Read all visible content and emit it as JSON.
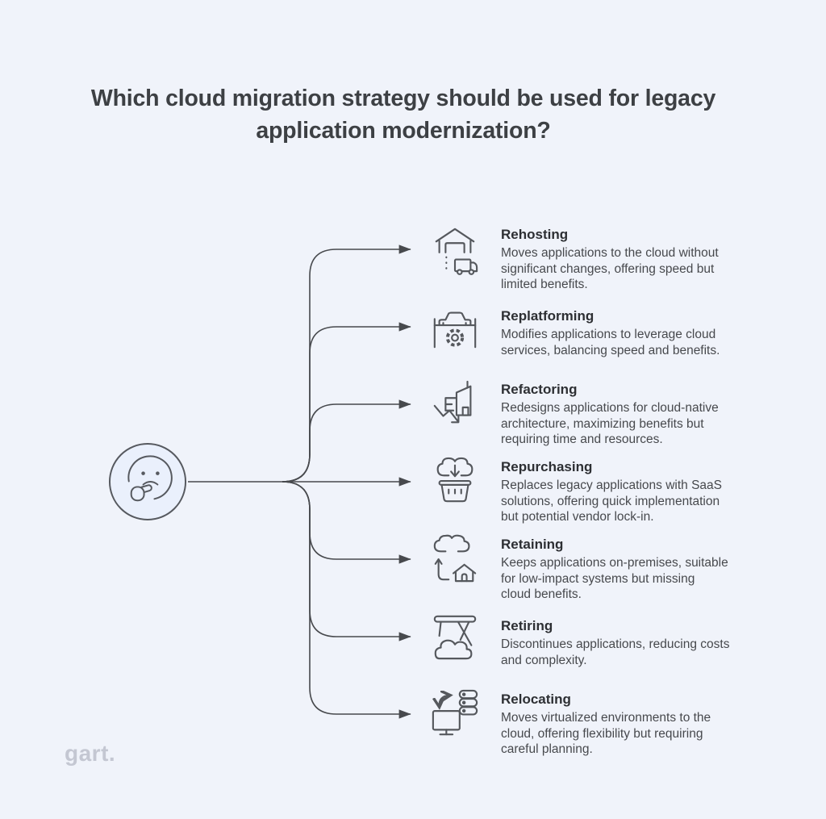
{
  "title": "Which cloud migration strategy should be used for legacy\napplication modernization?",
  "logo": "gart.",
  "center_icon": "thinking-face-icon",
  "colors": {
    "background": "#f0f3fa",
    "connector_line": "#47494d",
    "heading_text": "#2d2f33",
    "body_text": "#47494d",
    "logo_text": "#c4c7d2",
    "face_fill": "#eaf0fc"
  },
  "strategies": [
    {
      "name": "Rehosting",
      "icon": "house-to-truck-icon",
      "description": "Moves applications to the cloud without\nsignificant changes, offering speed but\nlimited benefits."
    },
    {
      "name": "Replatforming",
      "icon": "car-lift-gear-icon",
      "description": "Modifies applications to leverage cloud\nservices, balancing speed and benefits."
    },
    {
      "name": "Refactoring",
      "icon": "building-redesign-arrow-icon",
      "description": "Redesigns applications for cloud-native\narchitecture, maximizing benefits but\nrequiring time and resources."
    },
    {
      "name": "Repurchasing",
      "icon": "cloud-download-basket-icon",
      "description": "Replaces legacy applications with SaaS\nsolutions, offering quick implementation\nbut potential vendor lock-in."
    },
    {
      "name": "Retaining",
      "icon": "cloud-arrow-house-icon",
      "description": "Keeps applications on-premises, suitable\nfor low-impact systems but missing\ncloud benefits."
    },
    {
      "name": "Retiring",
      "icon": "table-into-cloud-icon",
      "description": "Discontinues applications, reducing costs\nand complexity."
    },
    {
      "name": "Relocating",
      "icon": "monitor-server-swap-icon",
      "description": "Moves virtualized environments to the\ncloud, offering flexibility but requiring\ncareful planning."
    }
  ]
}
